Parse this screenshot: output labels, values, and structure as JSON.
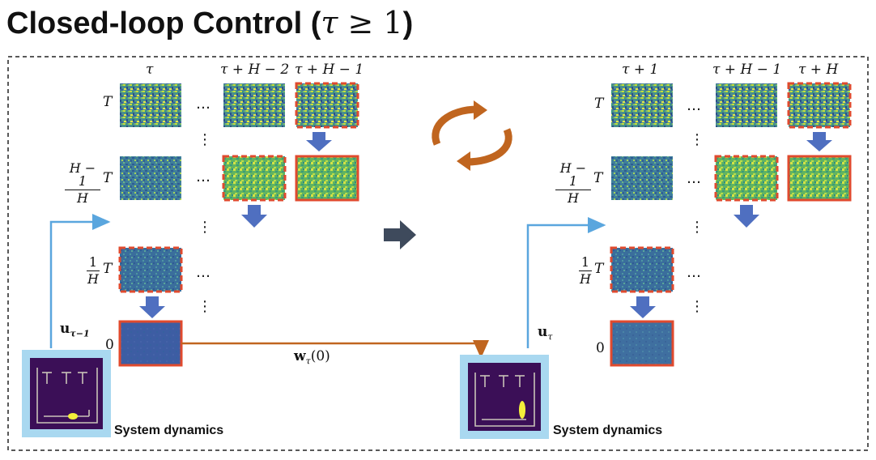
{
  "title": {
    "text": "Closed-loop Control (",
    "sym_tau": "τ",
    "sym_ge": " ≥ 1",
    "close": ")"
  },
  "left": {
    "cols": [
      "τ",
      "τ + H − 2",
      "τ + H − 1"
    ],
    "row_T": "T",
    "row_mid_num": "H − 1",
    "row_mid_den": "H",
    "row_mid_T": "T",
    "row_low_num": "1",
    "row_low_den": "H",
    "row_low_T": "T",
    "row_zero": "0",
    "control": "u",
    "control_sub": "τ−1",
    "system": "System dynamics"
  },
  "right": {
    "cols": [
      "τ + 1",
      "τ + H − 1",
      "τ + H"
    ],
    "row_T": "T",
    "row_mid_num": "H − 1",
    "row_mid_den": "H",
    "row_mid_T": "T",
    "row_low_num": "1",
    "row_low_den": "H",
    "row_low_T": "T",
    "row_zero": "0",
    "control": "u",
    "control_sub": "τ",
    "system": "System dynamics"
  },
  "noise_label": "w",
  "noise_sub": "τ",
  "noise_arg": "(0)",
  "ellipsis": "…",
  "vellipsis": "⋮",
  "colors": {
    "red_box": "#e04a2e",
    "blue_arrow": "#4f6fc0",
    "dark_arrow": "#3e4a5c",
    "orange_arrow": "#c0651f",
    "cyan_line": "#5aa6de",
    "sys_bg": "#a9d8f0",
    "sys_inner": "#3b0f57",
    "cycle": "#c0651f"
  }
}
